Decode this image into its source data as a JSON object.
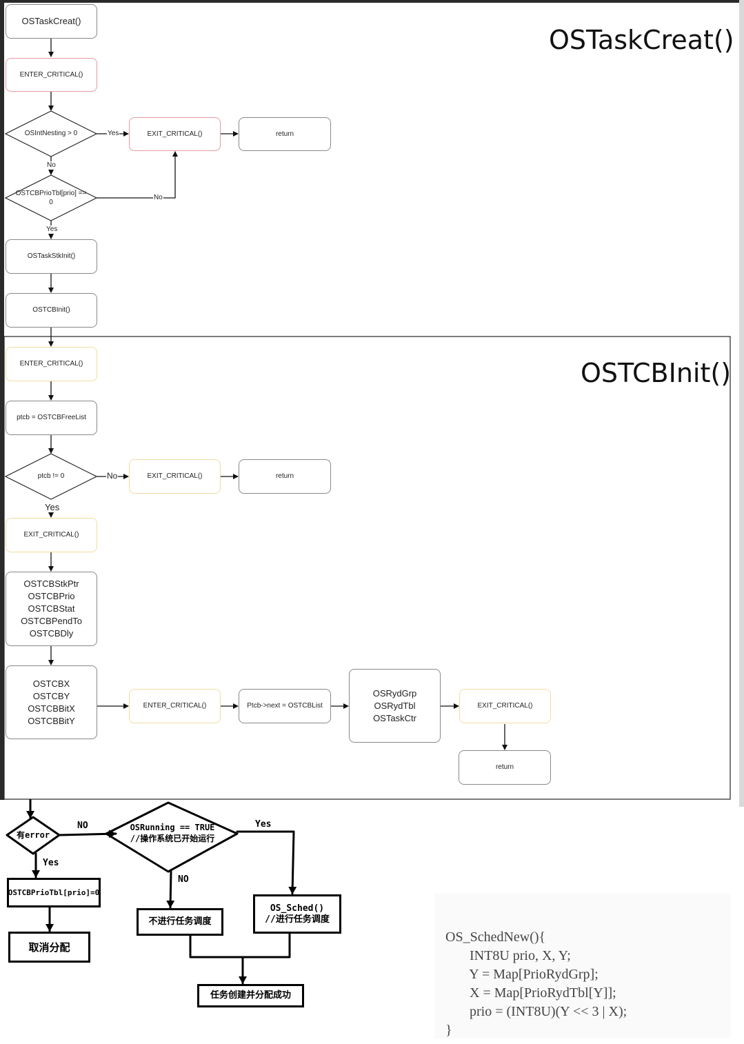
{
  "headings": {
    "task_creat": "OSTaskCreat()",
    "tcb_init": "OSTCBInit()"
  },
  "flow1": {
    "start": "OSTaskCreat()",
    "enter": "ENTER_CRITICAL()",
    "cond1": "OSIntNesting > 0",
    "exit": "EXIT_CRITICAL()",
    "return": "return",
    "cond2": "OSTCBPrioTbl[prio] ==\n0",
    "stk_init": "OSTaskStkInit()",
    "tcb_init": "OSTCBInit()",
    "yes": "Yes",
    "no": "No"
  },
  "flow2": {
    "enter": "ENTER_CRITICAL()",
    "free_list": "ptcb = OSTCBFreeList",
    "cond": "ptcb != 0",
    "exit_no": "EXIT_CRITICAL()",
    "return1": "return",
    "exit_yes": "EXIT_CRITICAL()",
    "fields1": "OSTCBStkPtr\nOSTCBPrio\nOSTCBStat\nOSTCBPendTo\nOSTCBDly",
    "fields2": "OSTCBX\nOSTCBY\nOSTCBBitX\nOSTCBBitY",
    "enter2": "ENTER_CRITICAL()",
    "next": "Ptcb->next = OSTCBList",
    "rdy": "OSRydGrp\nOSRydTbl\nOSTaskCtr",
    "exit2": "EXIT_CRITICAL()",
    "return2": "return",
    "yes": "Yes",
    "no": "No"
  },
  "hand": {
    "cond_err": "有error",
    "no1": "NO",
    "cond_running": "OSRunning == TRUE\n//操作系统已开始运行",
    "yes1": "Yes",
    "yes2": "Yes",
    "no2": "NO",
    "clear_prio": "OSTCBPrioTbl[prio]=0",
    "cancel": "取消分配",
    "no_sched": "不进行任务调度",
    "sched": "OS_Sched()\n//进行任务调度",
    "success": "任务创建并分配成功"
  },
  "code": {
    "text": "OS_SchedNew(){\n       INT8U prio, X, Y;\n       Y = Map[PrioRydGrp];\n       X = Map[PrioRydTbl[Y]];\n       prio = (INT8U)(Y << 3 | X);\n}"
  }
}
